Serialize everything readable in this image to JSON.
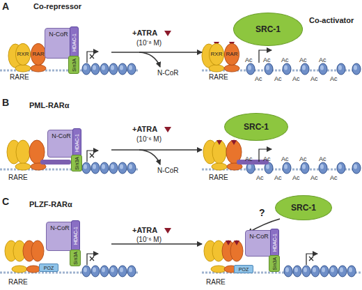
{
  "diagram": {
    "nodes": [
      {
        "text": [
          "RXR"
        ]
      },
      {
        "text": [
          "RAR"
        ]
      },
      {
        "text": [
          "N-CoR"
        ]
      },
      {
        "text": [
          "HDAC-1"
        ]
      },
      {
        "text": [
          "Sin3A"
        ]
      },
      {
        "text": [
          "SRC-1"
        ]
      },
      {
        "text": [
          "RXR"
        ]
      },
      {
        "text": [
          "RAR"
        ]
      },
      {
        "text": [
          "N-CoR"
        ]
      },
      {
        "text": [
          "HDAC-1"
        ]
      },
      {
        "text": [
          "Sin3A"
        ]
      },
      {
        "text": [
          "SRC-1"
        ]
      },
      {
        "text": [
          "N-CoR"
        ]
      },
      {
        "text": [
          "HDAC-1"
        ]
      },
      {
        "text": [
          "Sin3A"
        ]
      },
      {
        "text": [
          "POZ"
        ]
      },
      {
        "text": [
          "SRC-1"
        ]
      },
      {
        "text": [
          "N-CoR"
        ]
      },
      {
        "text": [
          "HDAC-1"
        ]
      },
      {
        "text": [
          "Sin3A"
        ]
      },
      {
        "text": [
          "POZ"
        ]
      }
    ],
    "labels": [
      "A",
      "Co-repressor",
      "RARE",
      "+ATRA",
      "(10⁻⁸ M)",
      "N-CoR",
      "Co-activator",
      "RARE",
      "Ac",
      "Ac",
      "Ac",
      "Ac",
      "Ac",
      "Ac",
      "Ac",
      "Ac",
      "Ac",
      "Ac",
      "B",
      "PML-RARα",
      "RARE",
      "+ATRA",
      "(10⁻⁶ M)",
      "N-CoR",
      "RARE",
      "Ac",
      "Ac",
      "Ac",
      "Ac",
      "Ac",
      "Ac",
      "Ac",
      "Ac",
      "Ac",
      "Ac",
      "C",
      "PLZF-RARα",
      "RARE",
      "+ATRA",
      "(10⁻⁶ M)",
      "?",
      "RARE"
    ]
  }
}
